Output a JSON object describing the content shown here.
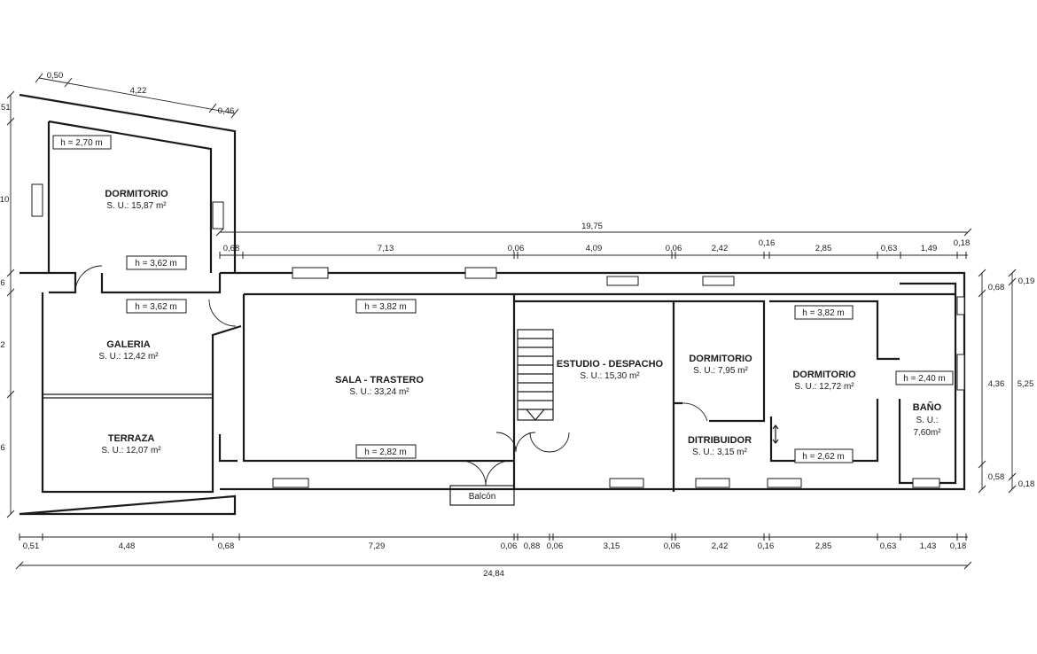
{
  "rooms": [
    {
      "name": "DORMITORIO",
      "area": "S. U.: 15,87 m²"
    },
    {
      "name": "GALERIA",
      "area": "S. U.: 12,42 m²"
    },
    {
      "name": "TERRAZA",
      "area": "S. U.: 12,07 m²"
    },
    {
      "name": "SALA - TRASTERO",
      "area": "S. U.: 33,24 m²"
    },
    {
      "name": "ESTUDIO - DESPACHO",
      "area": "S. U.: 15,30 m²"
    },
    {
      "name": "DORMITORIO",
      "area": "S. U.: 7,95 m²"
    },
    {
      "name": "DORMITORIO",
      "area": "S. U.: 12,72 m²"
    },
    {
      "name": "DITRIBUIDOR",
      "area": "S. U.: 3,15 m²"
    },
    {
      "name": "BAÑO",
      "area": "S. U.:",
      "area2": "7,60m²"
    }
  ],
  "balcony": "Balcón",
  "heights": [
    "h = 2,70 m",
    "h = 3,62 m",
    "h = 3,62 m",
    "h = 3,82 m",
    "h = 2,82 m",
    "h = 3,82 m",
    "h = 2,40 m",
    "h = 2,62 m"
  ],
  "dims_top_slant": [
    "0,50",
    "4,22",
    "0,46"
  ],
  "dims_top_total": "19,75",
  "dims_top": [
    "0,68",
    "7,13",
    "0,06",
    "4,09",
    "0,06",
    "2,42",
    "0,16",
    "2,85",
    "0,63",
    "1,49",
    "0,18"
  ],
  "dims_bottom": [
    "0,51",
    "4,48",
    "0,68",
    "7,29",
    "0,06",
    "0,88",
    "0,06",
    "3,15",
    "0,06",
    "2,42",
    "0,16",
    "2,85",
    "0,63",
    "1,43",
    "0,18"
  ],
  "dims_bottom_total": "24,84",
  "dims_right_inner": [
    "0,68",
    "4,36",
    "0,58"
  ],
  "dims_right_outer": [
    "0,19",
    "5,25",
    "0,18"
  ],
  "dims_left": [
    ".51",
    "10",
    "6",
    "2",
    "6"
  ]
}
